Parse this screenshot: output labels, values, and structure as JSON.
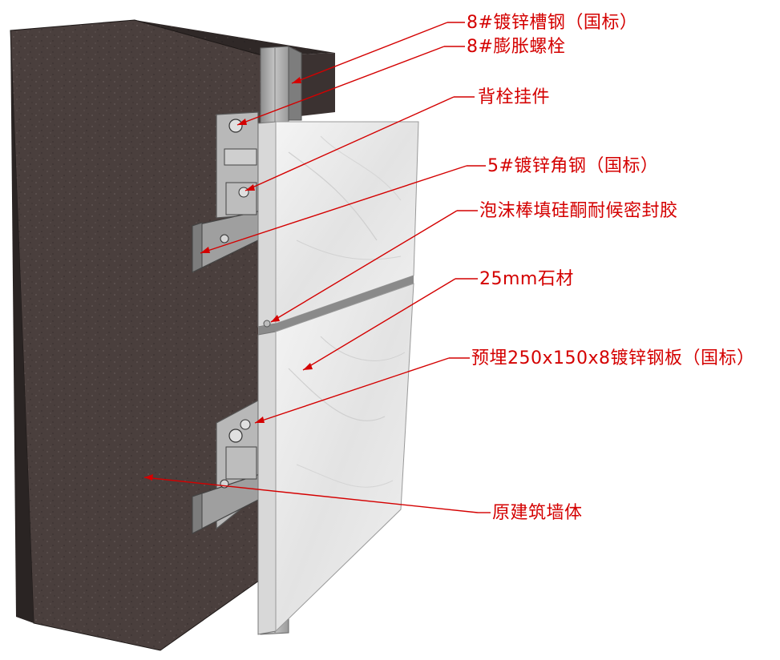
{
  "annotations": [
    {
      "id": "channel-steel",
      "text": "8#镀锌槽钢（国标）"
    },
    {
      "id": "expansion-bolt",
      "text": "8#膨胀螺栓"
    },
    {
      "id": "back-bolt-hanger",
      "text": "背栓挂件"
    },
    {
      "id": "angle-steel",
      "text": "5#镀锌角钢（国标）"
    },
    {
      "id": "foam-rod-sealant",
      "text": "泡沫棒填硅酮耐候密封胶"
    },
    {
      "id": "stone-panel",
      "text": "25mm石材"
    },
    {
      "id": "embedded-plate",
      "text": "预埋250x150x8镀锌钢板（国标）"
    },
    {
      "id": "original-wall",
      "text": "原建筑墙体"
    }
  ],
  "colors": {
    "annotation": "#d40000",
    "wall_front": "#4a3f3d",
    "wall_side": "#2f2827",
    "stone": "#eeeeee",
    "steel": "#a9a9a9"
  }
}
